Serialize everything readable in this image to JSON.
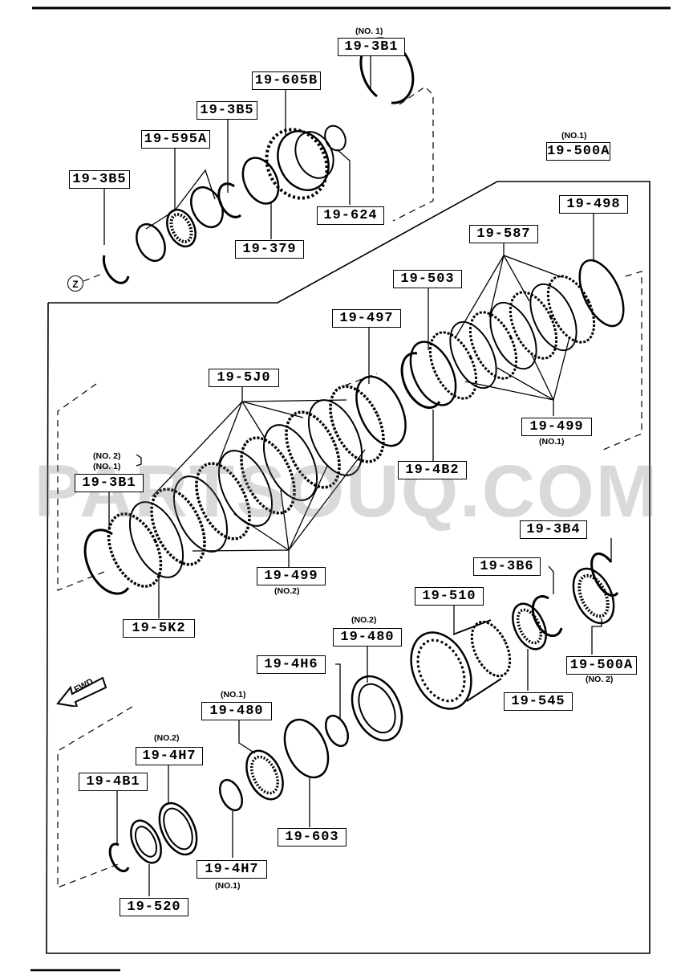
{
  "watermark": "PARTSOUQ.COM",
  "zone_marker": "Z",
  "direction_marker": "FWD",
  "labels": [
    {
      "id": "l1",
      "text": "19-3B1"
    },
    {
      "id": "l2",
      "text": "19-605B"
    },
    {
      "id": "l3",
      "text": "19-3B5"
    },
    {
      "id": "l4",
      "text": "19-595A"
    },
    {
      "id": "l5",
      "text": "19-3B5"
    },
    {
      "id": "l6",
      "text": "19-624"
    },
    {
      "id": "l7",
      "text": "19-379"
    },
    {
      "id": "l8",
      "text": "19-500A"
    },
    {
      "id": "l9",
      "text": "19-498"
    },
    {
      "id": "l10",
      "text": "19-587"
    },
    {
      "id": "l11",
      "text": "19-503"
    },
    {
      "id": "l12",
      "text": "19-497"
    },
    {
      "id": "l13",
      "text": "19-5J0"
    },
    {
      "id": "l14",
      "text": "19-499"
    },
    {
      "id": "l15",
      "text": "19-4B2"
    },
    {
      "id": "l16",
      "text": "19-3B1"
    },
    {
      "id": "l17",
      "text": "19-499"
    },
    {
      "id": "l18",
      "text": "19-5K2"
    },
    {
      "id": "l19",
      "text": "19-3B4"
    },
    {
      "id": "l20",
      "text": "19-3B6"
    },
    {
      "id": "l21",
      "text": "19-510"
    },
    {
      "id": "l22",
      "text": "19-480"
    },
    {
      "id": "l23",
      "text": "19-4H6"
    },
    {
      "id": "l24",
      "text": "19-500A"
    },
    {
      "id": "l25",
      "text": "19-480"
    },
    {
      "id": "l26",
      "text": "19-545"
    },
    {
      "id": "l27",
      "text": "19-4H7"
    },
    {
      "id": "l28",
      "text": "19-4B1"
    },
    {
      "id": "l29",
      "text": "19-603"
    },
    {
      "id": "l30",
      "text": "19-4H7"
    },
    {
      "id": "l31",
      "text": "19-520"
    }
  ],
  "notes": [
    {
      "id": "n1",
      "text": "(NO. 1)"
    },
    {
      "id": "n2",
      "text": "(NO.1)"
    },
    {
      "id": "n3",
      "text": "(NO.1)"
    },
    {
      "id": "n4",
      "text": "(NO. 2)"
    },
    {
      "id": "n5",
      "text": "(NO. 1)"
    },
    {
      "id": "n6",
      "text": "(NO.2)"
    },
    {
      "id": "n7",
      "text": "(NO.2)"
    },
    {
      "id": "n8",
      "text": "(NO. 2)"
    },
    {
      "id": "n9",
      "text": "(NO.1)"
    },
    {
      "id": "n10",
      "text": "(NO.2)"
    },
    {
      "id": "n11",
      "text": "(NO.1)"
    }
  ]
}
